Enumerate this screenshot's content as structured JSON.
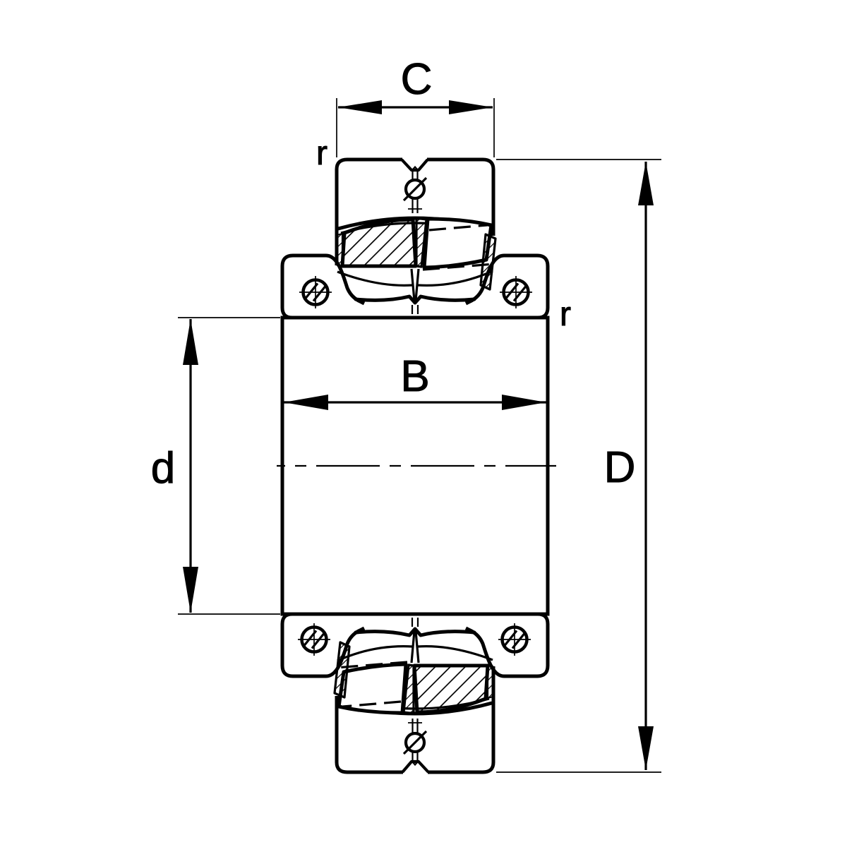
{
  "drawing": {
    "type": "technical-drawing",
    "subject": "Split spherical roller bearing - dimensioned cross-section",
    "background_color": "#ffffff",
    "line_color": "#000000",
    "dimension_labels": {
      "width_outer_ring": "C",
      "width_inner_ring": "B",
      "bore_diameter": "d",
      "outside_diameter": "D",
      "chamfer_top": "r",
      "chamfer_side": "r"
    }
  }
}
